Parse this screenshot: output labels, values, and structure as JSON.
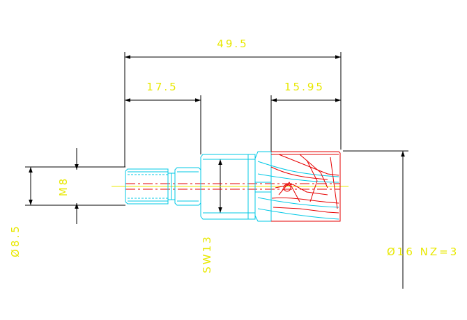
{
  "drawing": {
    "dimensions": {
      "overall_length": "49.5",
      "shank_length": "17.5",
      "cutter_length": "15.95",
      "thread": "M8",
      "shank_diameter": "Ø8.5",
      "wrench_size": "SW13",
      "cutter_spec": "Ø16 NZ=3"
    },
    "colors": {
      "dimension_text": "#e8e800",
      "dimension_line": "#000000",
      "body_outline": "#00c8e6",
      "cutter_outline": "#e60000",
      "centerline_yellow": "#e8e800",
      "centerline_red": "#e60000"
    }
  }
}
